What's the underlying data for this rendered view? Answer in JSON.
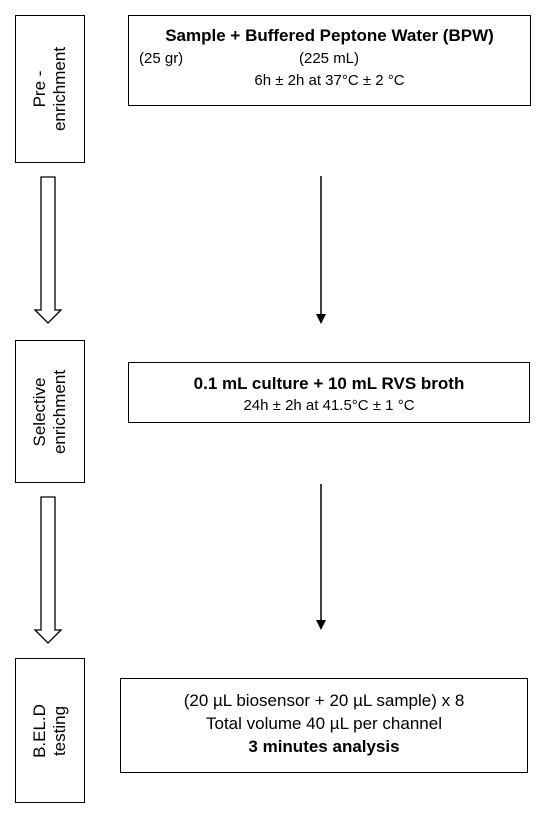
{
  "stages": [
    {
      "lines": [
        "Pre -",
        "enrichment"
      ]
    },
    {
      "lines": [
        "Selective",
        "enrichment"
      ]
    },
    {
      "lines": [
        "B.EL.D",
        "testing"
      ]
    }
  ],
  "boxes": {
    "pre": {
      "title": "Sample + Buffered Peptone Water (BPW)",
      "left_amount": "(25 gr)",
      "right_amount": "(225 mL)",
      "condition": "6h ± 2h  at 37°C ± 2 °C"
    },
    "selective": {
      "title": "0.1 mL culture + 10 mL RVS broth",
      "condition": "24h ± 2h  at 41.5°C ± 1 °C"
    },
    "testing": {
      "line1": "(20 µL biosensor + 20 µL sample) x 8",
      "line2": "Total volume 40 µL per channel",
      "line3": "3 minutes analysis"
    }
  }
}
